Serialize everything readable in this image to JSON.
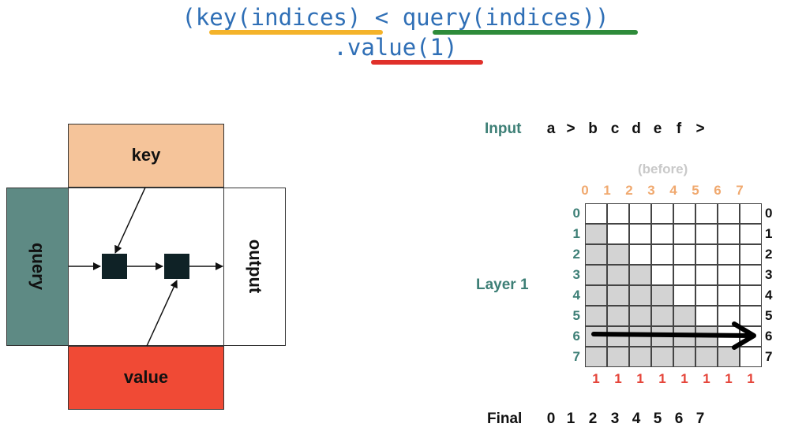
{
  "code": {
    "line1": "(key(indices) < query(indices))",
    "line2": ".value(1)",
    "underline_colors": {
      "key": "#f4b32a",
      "query": "#2e8b3a",
      "value": "#e0302a"
    }
  },
  "diagram": {
    "key_label": "key",
    "query_label": "query",
    "value_label": "value",
    "output_label": "output",
    "colors": {
      "key": "#f5c49a",
      "query": "#5e8a84",
      "value": "#f04a35",
      "node": "#0f2226"
    }
  },
  "matrix": {
    "input_label": "Input",
    "input_tokens": [
      "a",
      ">",
      "b",
      "c",
      "d",
      "e",
      "f",
      ">"
    ],
    "before_label": "(before)",
    "column_indices": [
      "0",
      "1",
      "2",
      "3",
      "4",
      "5",
      "6",
      "7"
    ],
    "row_indices": [
      "0",
      "1",
      "2",
      "3",
      "4",
      "5",
      "6",
      "7"
    ],
    "layer_label": "Layer 1",
    "bottom_values": [
      "1",
      "1",
      "1",
      "1",
      "1",
      "1",
      "1",
      "1"
    ],
    "final_label": "Final",
    "final_values": [
      "0",
      "1",
      "2",
      "3",
      "4",
      "5",
      "6",
      "7"
    ],
    "highlight_row": 6,
    "colors": {
      "filled": "#d3d3d3",
      "teal": "#3d7f76",
      "orange": "#f0a96f",
      "red": "#e5453a"
    }
  }
}
